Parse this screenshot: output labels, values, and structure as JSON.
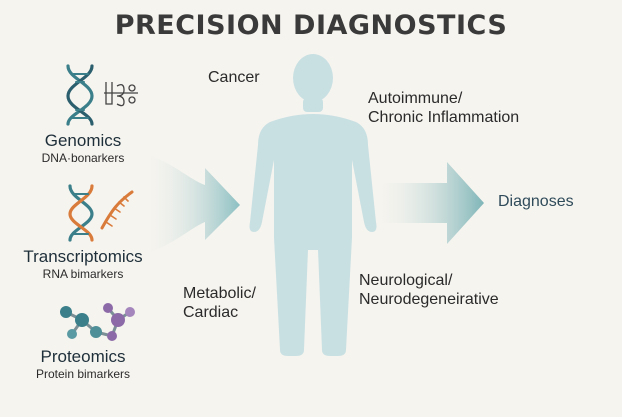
{
  "title": "PRECISION DIAGNOSTICS",
  "omics": [
    {
      "name": "Genomics",
      "sub": "DNA·bonarkers",
      "icon": "dna-helix-icon"
    },
    {
      "name": "Transcriptomics",
      "sub": "RNA bimarkers",
      "icon": "rna-strand-icon"
    },
    {
      "name": "Proteomics",
      "sub": "Protein bimarkers",
      "icon": "protein-molecule-icon"
    }
  ],
  "categories": {
    "cancer": "Cancer",
    "autoimmune": [
      "Autoimmune/",
      "Chronic Inflammation"
    ],
    "metabolic": [
      "Metabolic/",
      "Cardiac"
    ],
    "neuro": [
      "Neurological/",
      "Neurodegeneirative"
    ]
  },
  "output": "Diagnoses",
  "colors": {
    "body": "#c9e0e3",
    "arrow": "#7fb5b8",
    "teal": "#3a7f8a",
    "orange": "#d97b3a",
    "purple": "#8c6aa8",
    "text": "#2a2a2a"
  }
}
